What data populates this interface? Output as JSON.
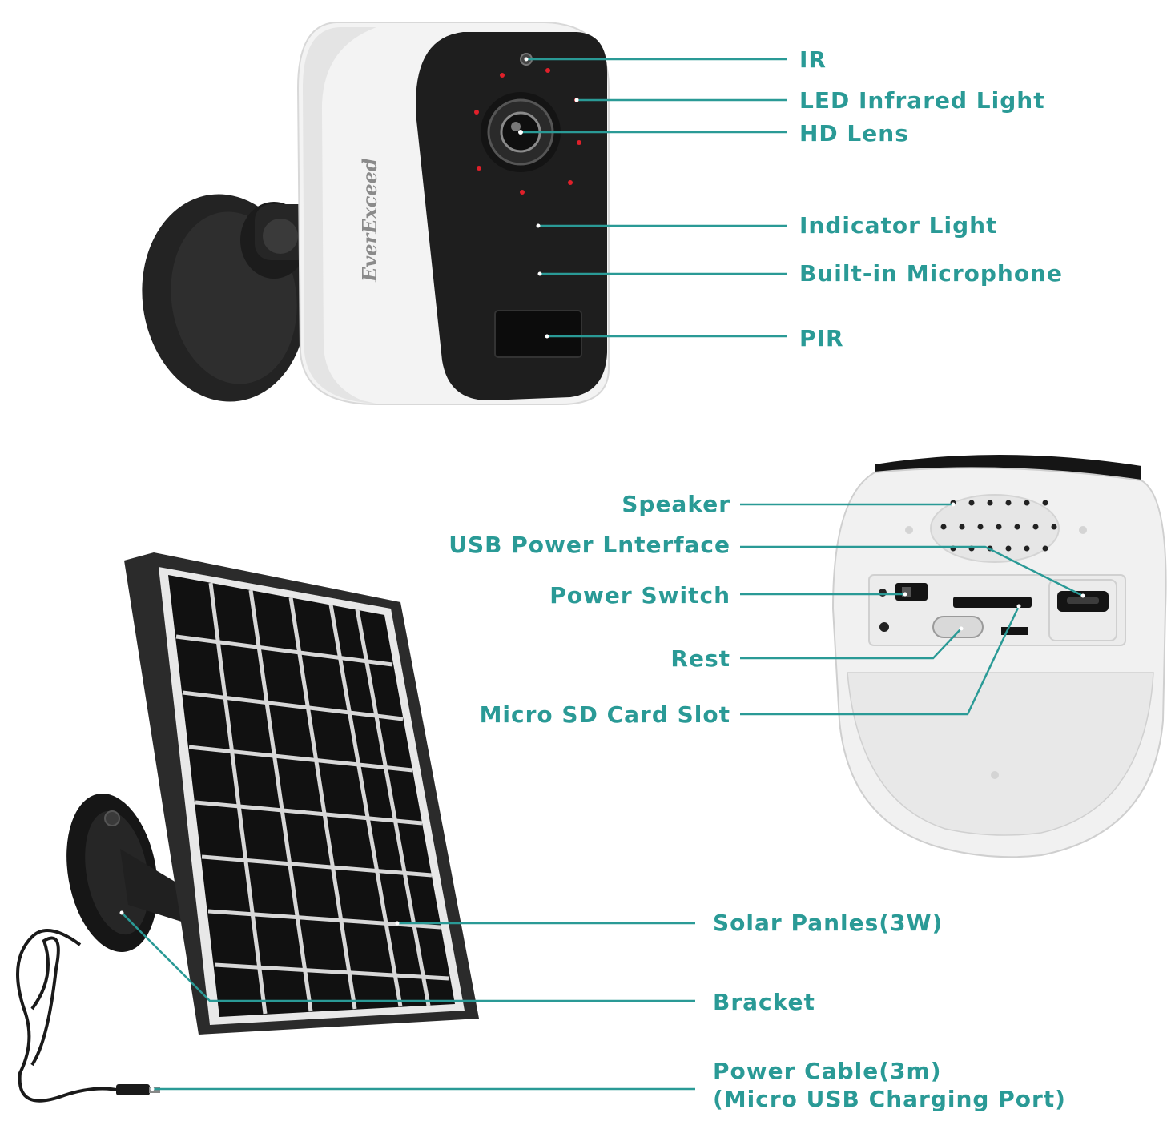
{
  "colors": {
    "accent": "#2a9a96",
    "camera_body": "#f2f2f2",
    "camera_face": "#1e1e1e",
    "ir_led": "#e0202a",
    "solar_frame": "#2b2b2b",
    "solar_cell": "#1a1a1a"
  },
  "brand": {
    "logo_text": "EverExceed"
  },
  "camera_front_labels": {
    "ir": "IR",
    "led_infrared_light": "LED Infrared Light",
    "hd_lens": "HD Lens",
    "indicator_light": "Indicator Light",
    "built_in_microphone": "Built-in Microphone",
    "pir": "PIR"
  },
  "camera_back_labels": {
    "speaker": "Speaker",
    "usb_power_interface": "USB Power Lnterface",
    "power_switch": "Power Switch",
    "rest": "Rest",
    "micro_sd_card_slot": "Micro SD Card Slot"
  },
  "solar_labels": {
    "solar_panels": "Solar Panles(3W)",
    "bracket": "Bracket",
    "power_cable_line1": "Power Cable(3m)",
    "power_cable_line2": "(Micro USB Charging Port)"
  }
}
